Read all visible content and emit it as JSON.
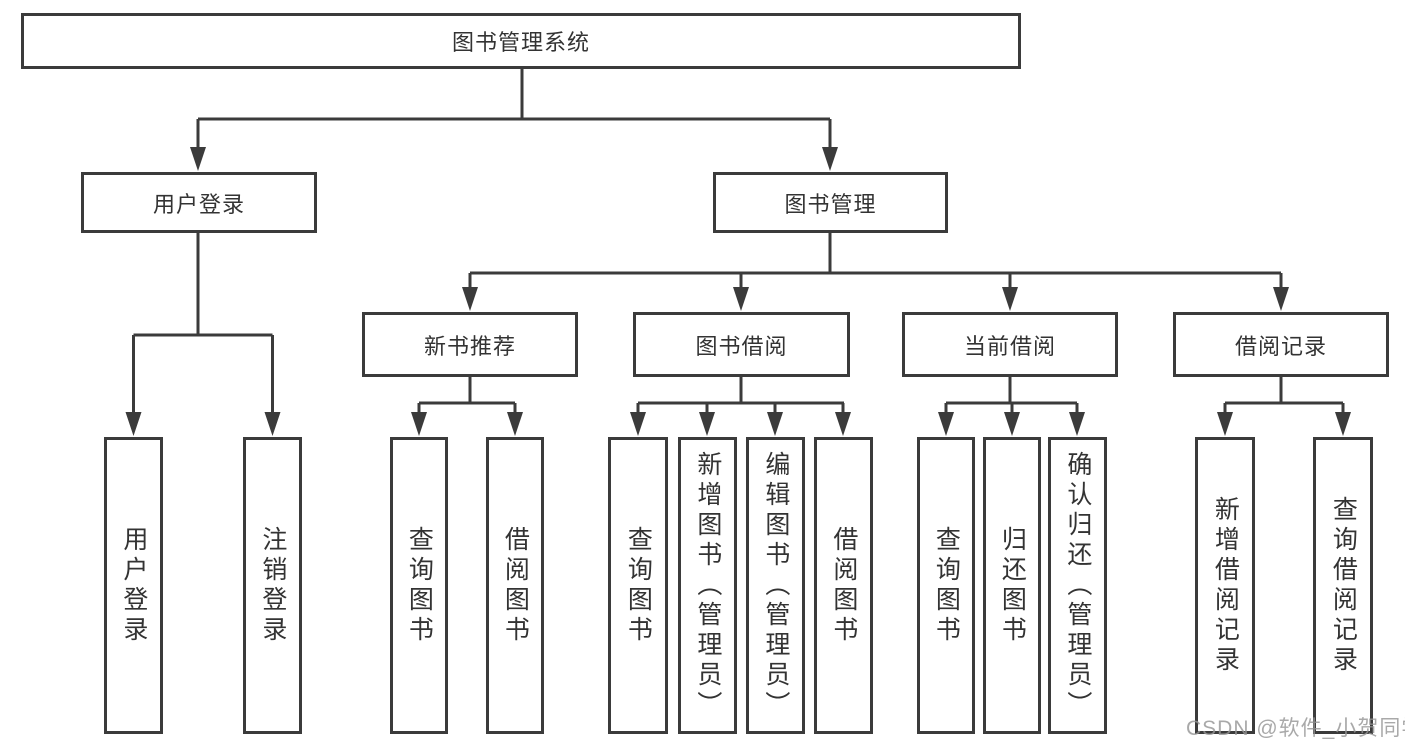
{
  "diagram": {
    "root": {
      "label": "图书管理系统"
    },
    "branches": [
      {
        "label": "用户登录",
        "children": [
          {
            "label": "用户登录"
          },
          {
            "label": "注销登录"
          }
        ]
      },
      {
        "label": "图书管理",
        "children": [
          {
            "label": "新书推荐",
            "children": [
              {
                "label": "查询图书"
              },
              {
                "label": "借阅图书"
              }
            ]
          },
          {
            "label": "图书借阅",
            "children": [
              {
                "label": "查询图书"
              },
              {
                "label": "新增图书（管理员）"
              },
              {
                "label": "编辑图书（管理员）"
              },
              {
                "label": "借阅图书"
              }
            ]
          },
          {
            "label": "当前借阅",
            "children": [
              {
                "label": "查询图书"
              },
              {
                "label": "归还图书"
              },
              {
                "label": "确认归还（管理员）"
              }
            ]
          },
          {
            "label": "借阅记录",
            "children": [
              {
                "label": "新增借阅记录"
              },
              {
                "label": "查询借阅记录"
              }
            ]
          }
        ]
      }
    ],
    "watermark": "CSDN @软件_小贺同学",
    "colors": {
      "line": "#3b3b3b",
      "text": "#333333",
      "box_background": "#ffffff",
      "page_background": "#ffffff",
      "watermark": "#969696"
    }
  }
}
